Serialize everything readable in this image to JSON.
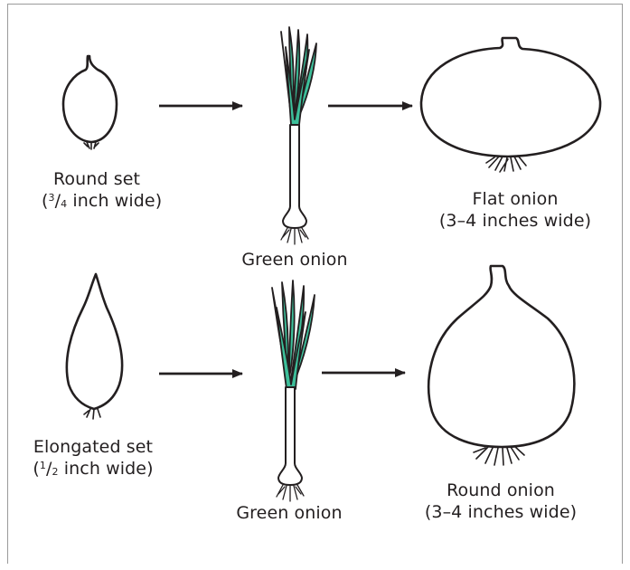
{
  "stages": {
    "round_set": {
      "line1": "Round set",
      "open": "(",
      "numerator": "3",
      "slash": "/",
      "denominator": "4",
      "rest": " inch wide)"
    },
    "green_onion_top": "Green onion",
    "flat_onion": {
      "line1": "Flat onion",
      "line2": "(3–4 inches wide)"
    },
    "elongated_set": {
      "line1": "Elongated set",
      "open": "(",
      "numerator": "1",
      "slash": "/",
      "denominator": "2",
      "rest": " inch wide)"
    },
    "green_onion_bottom": "Green onion",
    "round_onion": {
      "line1": "Round onion",
      "line2": "(3–4 inches wide)"
    }
  },
  "colors": {
    "leaf": "#3dbf9a",
    "line": "#231f20",
    "border": "#9a9a9a"
  }
}
